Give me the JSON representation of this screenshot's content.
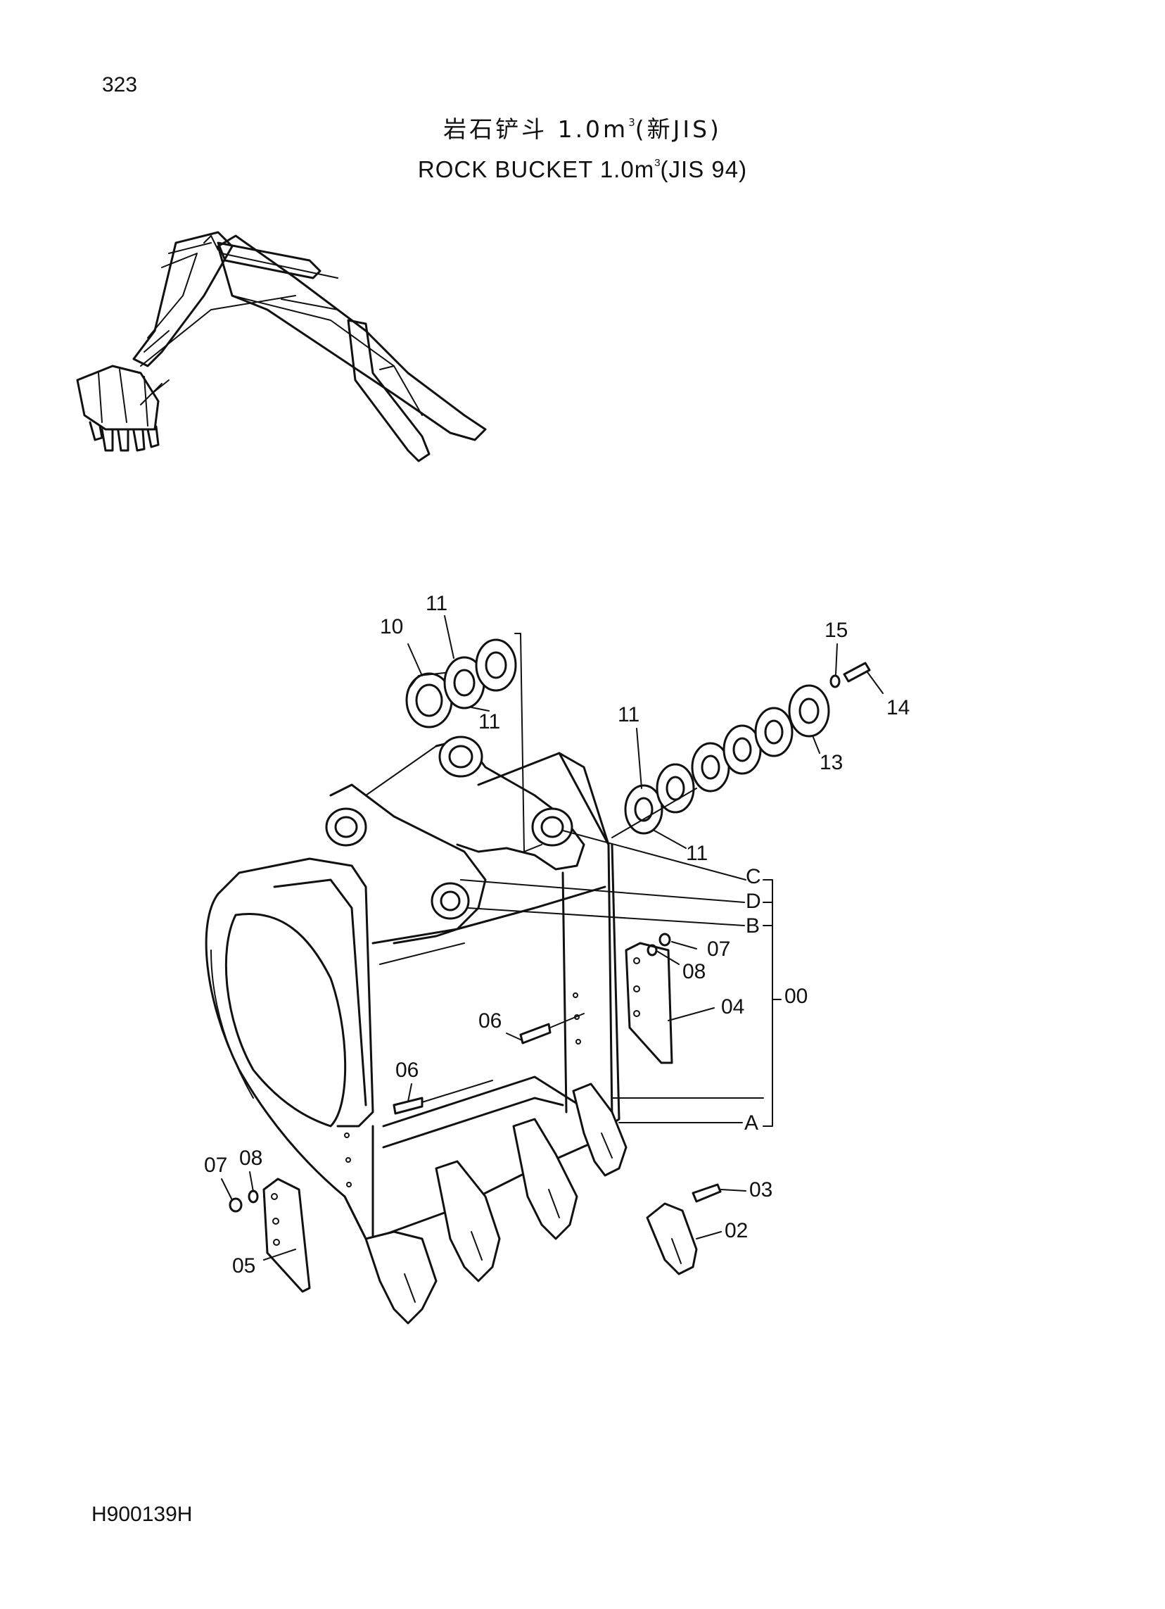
{
  "page_number": "323",
  "title": {
    "cn_text": "岩石铲斗 1.0m",
    "cn_sup": "3",
    "cn_suffix": "(新JIS)",
    "en_text": "ROCK BUCKET 1.0m",
    "en_sup": "3",
    "en_suffix": "(JIS 94)"
  },
  "callouts": {
    "p10": "10",
    "p11_a": "11",
    "p11_b": "11",
    "p11_c": "11",
    "p11_d": "11",
    "p13": "13",
    "p14": "14",
    "p15": "15",
    "ref_c": "C",
    "ref_d": "D",
    "ref_b": "B",
    "ref_a": "A",
    "p07_right": "07",
    "p08_right": "08",
    "p04": "04",
    "p00": "00",
    "p06_a": "06",
    "p06_b": "06",
    "p07_left": "07",
    "p08_left": "08",
    "p05": "05",
    "p03": "03",
    "p02": "02"
  },
  "doc_code": "H900139H"
}
